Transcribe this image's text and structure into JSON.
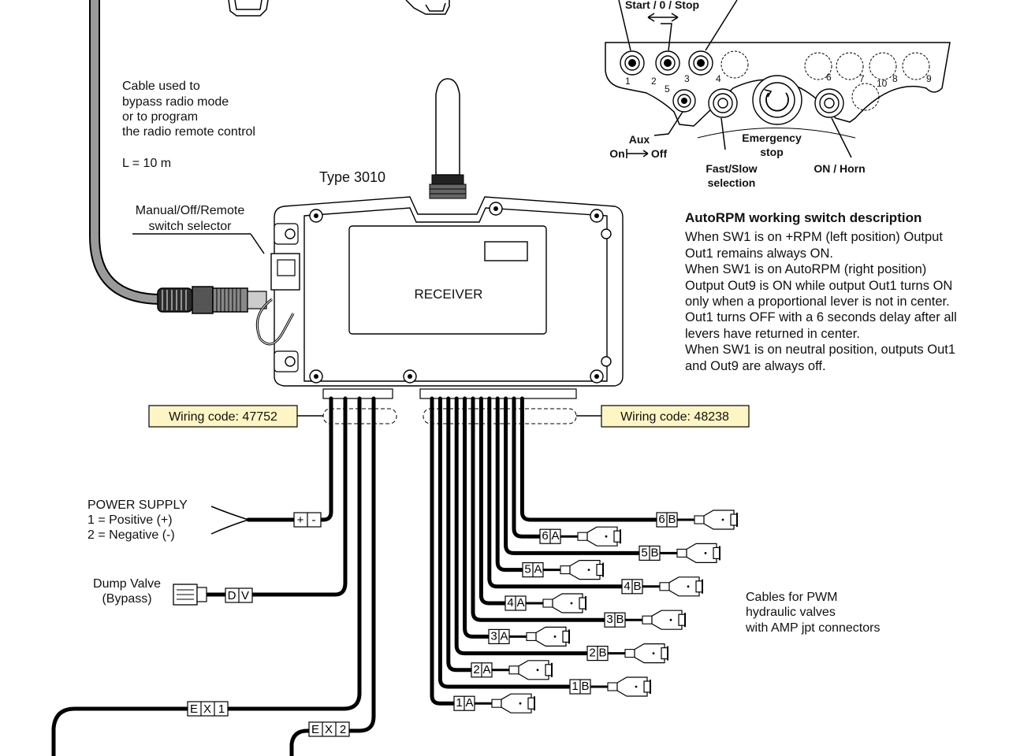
{
  "cable_note": {
    "lines": [
      "Cable  used to",
      "bypass radio mode",
      "or to program",
      "the radio remote control"
    ],
    "length": "L = 10 m"
  },
  "receiver": {
    "type_label": "Type 3010",
    "body_label": "RECEIVER"
  },
  "switch_selector": [
    "Manual/Off/Remote",
    "switch selector"
  ],
  "wiring_codes": {
    "left": "Wiring code: 47752",
    "right": "Wiring code: 48238",
    "tag_fill": "#fdf6c4"
  },
  "power_supply": {
    "title": "POWER SUPPLY",
    "items": [
      "1 = Positive (+)",
      "2 = Negative (-)"
    ],
    "connector": [
      "+",
      "-"
    ]
  },
  "dump_valve": {
    "lines": [
      "Dump Valve",
      "(Bypass)"
    ],
    "connector": [
      "D",
      "V"
    ]
  },
  "ex_connectors": [
    [
      "E",
      "X",
      "1"
    ],
    [
      "E",
      "X",
      "2"
    ]
  ],
  "pwm_note": [
    "Cables for PWM",
    "hydraulic valves",
    "with AMP jpt connectors"
  ],
  "valve_tags": [
    [
      "6",
      "B"
    ],
    [
      "6",
      "A"
    ],
    [
      "5",
      "B"
    ],
    [
      "5",
      "A"
    ],
    [
      "4",
      "B"
    ],
    [
      "4",
      "A"
    ],
    [
      "3",
      "B"
    ],
    [
      "3",
      "A"
    ],
    [
      "2",
      "B"
    ],
    [
      "2",
      "A"
    ],
    [
      "1",
      "B"
    ],
    [
      "1",
      "A"
    ]
  ],
  "transmitter": {
    "start_stop": "Start / 0 / Stop",
    "button_numbers": [
      "1",
      "2",
      "3",
      "4",
      "5",
      "6",
      "7",
      "8",
      "9",
      "10"
    ],
    "aux": "Aux",
    "aux_on": "On",
    "aux_off": "Off",
    "emergency": [
      "Emergency",
      "stop"
    ],
    "fast_slow": [
      "Fast/Slow",
      "selection"
    ],
    "on_horn": "ON / Horn"
  },
  "autorpm": {
    "title": "AutoRPM working switch description",
    "lines": [
      "When SW1 is on +RPM (left position) Output",
      "Out1 remains always ON.",
      "When SW1 is on AutoRPM (right position)",
      "Output Out9 is ON while output Out1 turns ON",
      "only when a proportional lever is not in center.",
      "Out1 turns OFF with a 6 seconds delay after all",
      "levers have returned in center.",
      "When SW1 is on neutral position, outputs Out1",
      "and Out9 are always off."
    ]
  }
}
